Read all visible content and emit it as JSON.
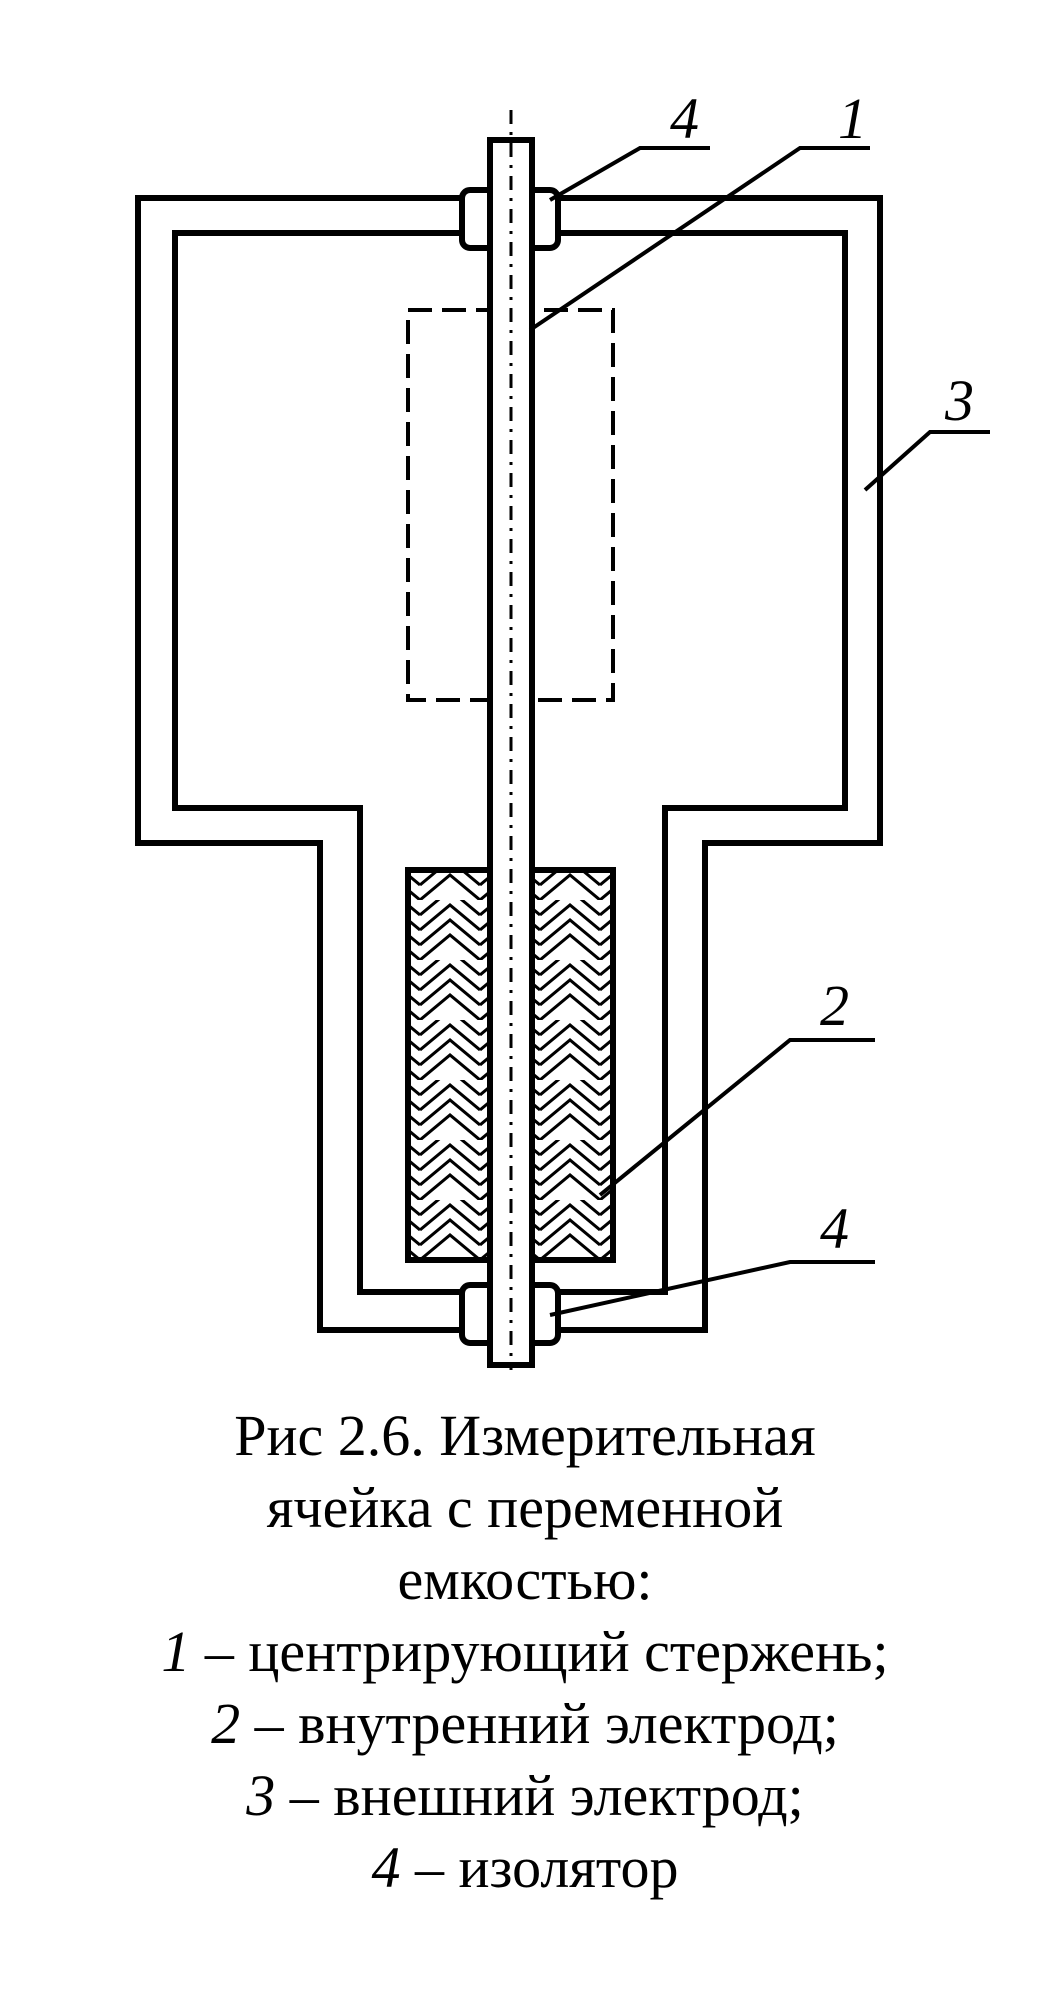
{
  "figure": {
    "labels": {
      "centering_rod": "1",
      "inner_electrode": "2",
      "outer_electrode": "3",
      "insulator_top": "4",
      "insulator_bottom": "4"
    }
  },
  "caption": {
    "title_line1": "Рис  2.6. Измерительная",
    "title_line2": "ячейка с переменной",
    "title_line3": "емкостью:",
    "legend": [
      {
        "num": "1",
        "text": " – центрирующий стержень;"
      },
      {
        "num": "2",
        "text": " – внутренний электрод;"
      },
      {
        "num": "3",
        "text": " – внешний электрод;"
      },
      {
        "num": "4",
        "text": " – изолятор"
      }
    ]
  }
}
